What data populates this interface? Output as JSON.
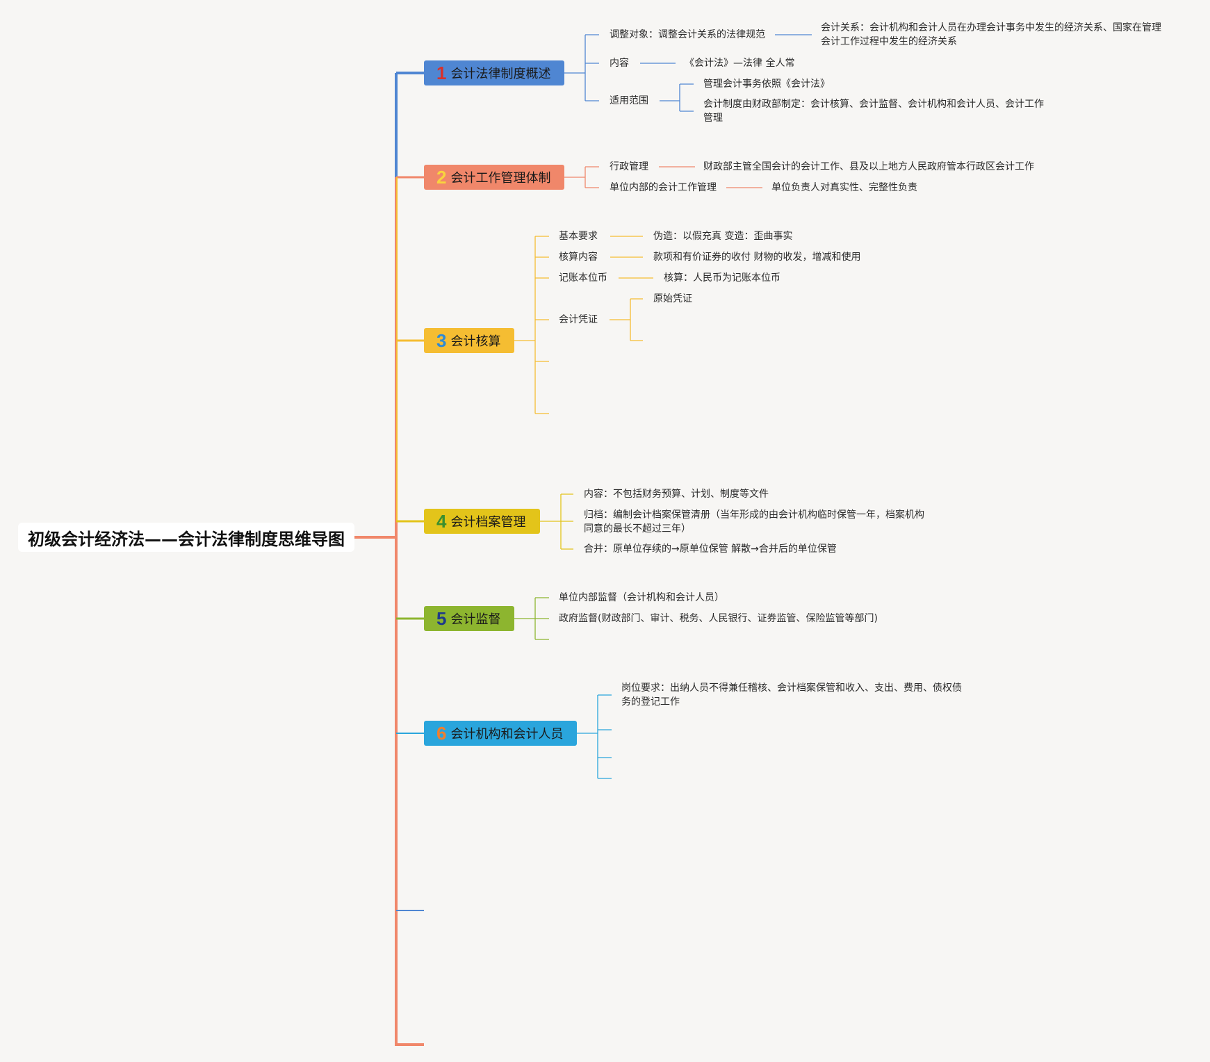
{
  "root": {
    "title": "初级会计经济法——会计法律制度思维导图"
  },
  "branches": [
    {
      "num": "1",
      "label": "会计法律制度概述"
    },
    {
      "num": "2",
      "label": "会计工作管理体制"
    },
    {
      "num": "3",
      "label": "会计核算"
    },
    {
      "num": "4",
      "label": "会计档案管理"
    },
    {
      "num": "5",
      "label": "会计监督"
    },
    {
      "num": "6",
      "label": "会计机构和会计人员"
    }
  ],
  "b1": {
    "adjust": "调整对象：调整会计关系的法律规范",
    "relation": "会计关系：会计机构和会计人员在办理会计事务中发生的经济关系、国家在管理会计工作过程中发生的经济关系",
    "content": "内容",
    "law": "《会计法》—法律 全人常",
    "scope": "适用范围",
    "scope1": "管理会计事务依照《会计法》",
    "scope2": "会计制度由财政部制定：会计核算、会计监督、会计机构和会计人员、会计工作管理"
  },
  "b2": {
    "admin": "行政管理",
    "admin_desc": "财政部主管全国会计的会计工作、县及以上地方人民政府管本行政区会计工作",
    "internal": "单位内部的会计工作管理",
    "internal_desc": "单位负责人对真实性、完整性负责"
  },
  "b3": {
    "basic": "基本要求",
    "basic_desc": "伪造：以假充真 变造：歪曲事实",
    "content": "核算内容",
    "content_desc": "款项和有价证券的收付 财物的收发，增减和使用",
    "currency": "记账本位币",
    "currency_desc": "核算：人民币为记账本位币",
    "voucher": "会计凭证",
    "voucher1": "原始凭证"
  },
  "b4": {
    "content": "内容：不包括财务预算、计划、制度等文件",
    "archive": "归档：编制会计档案保管清册（当年形成的由会计机构临时保管一年，档案机构同意的最长不超过三年）",
    "merge": "合并：原单位存续的→原单位保管 解散→合并后的单位保管"
  },
  "b5": {
    "internal": "单位内部监督（会计机构和会计人员）",
    "gov": "政府监督(财政部门、审计、税务、人民银行、证券监管、保险监管等部门)"
  },
  "b6": {
    "post": "岗位要求：出纳人员不得兼任稽核、会计档案保管和收入、支出、费用、债权债务的登记工作"
  },
  "colors": {
    "trunk": "#f0876a",
    "b1": "#4f86d2",
    "b2": "#f0876a",
    "b3": "#f5bd32",
    "b4": "#e3c41a",
    "b5": "#8db52f",
    "b6": "#2aa5dc"
  }
}
